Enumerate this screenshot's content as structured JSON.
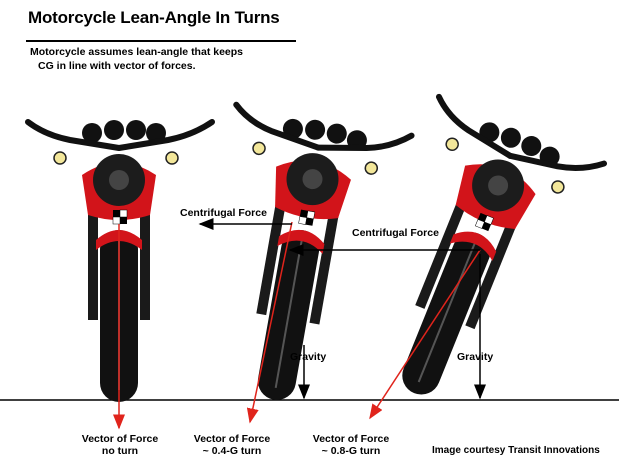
{
  "title": "Motorcycle Lean-Angle In Turns",
  "subtitle_line1": "Motorcycle assumes lean-angle that keeps",
  "subtitle_line2": "CG in line with vector of forces.",
  "labels": {
    "centrifugal_1": "Centrifugal Force",
    "centrifugal_2": "Centrifugal Force",
    "gravity_1": "Gravity",
    "gravity_2": "Gravity",
    "vector_1_line1": "Vector of Force",
    "vector_1_line2": "no turn",
    "vector_2_line1": "Vector of Force",
    "vector_2_line2": "~ 0.4-G turn",
    "vector_3_line1": "Vector of Force",
    "vector_3_line2": "~ 0.8-G turn"
  },
  "credit": "Image courtesy Transit Innovations",
  "colors": {
    "bike_red": "#d2141a",
    "tire_black": "#111111",
    "vector_red": "#e0241c",
    "lamp_yellow": "#f3e79a"
  }
}
